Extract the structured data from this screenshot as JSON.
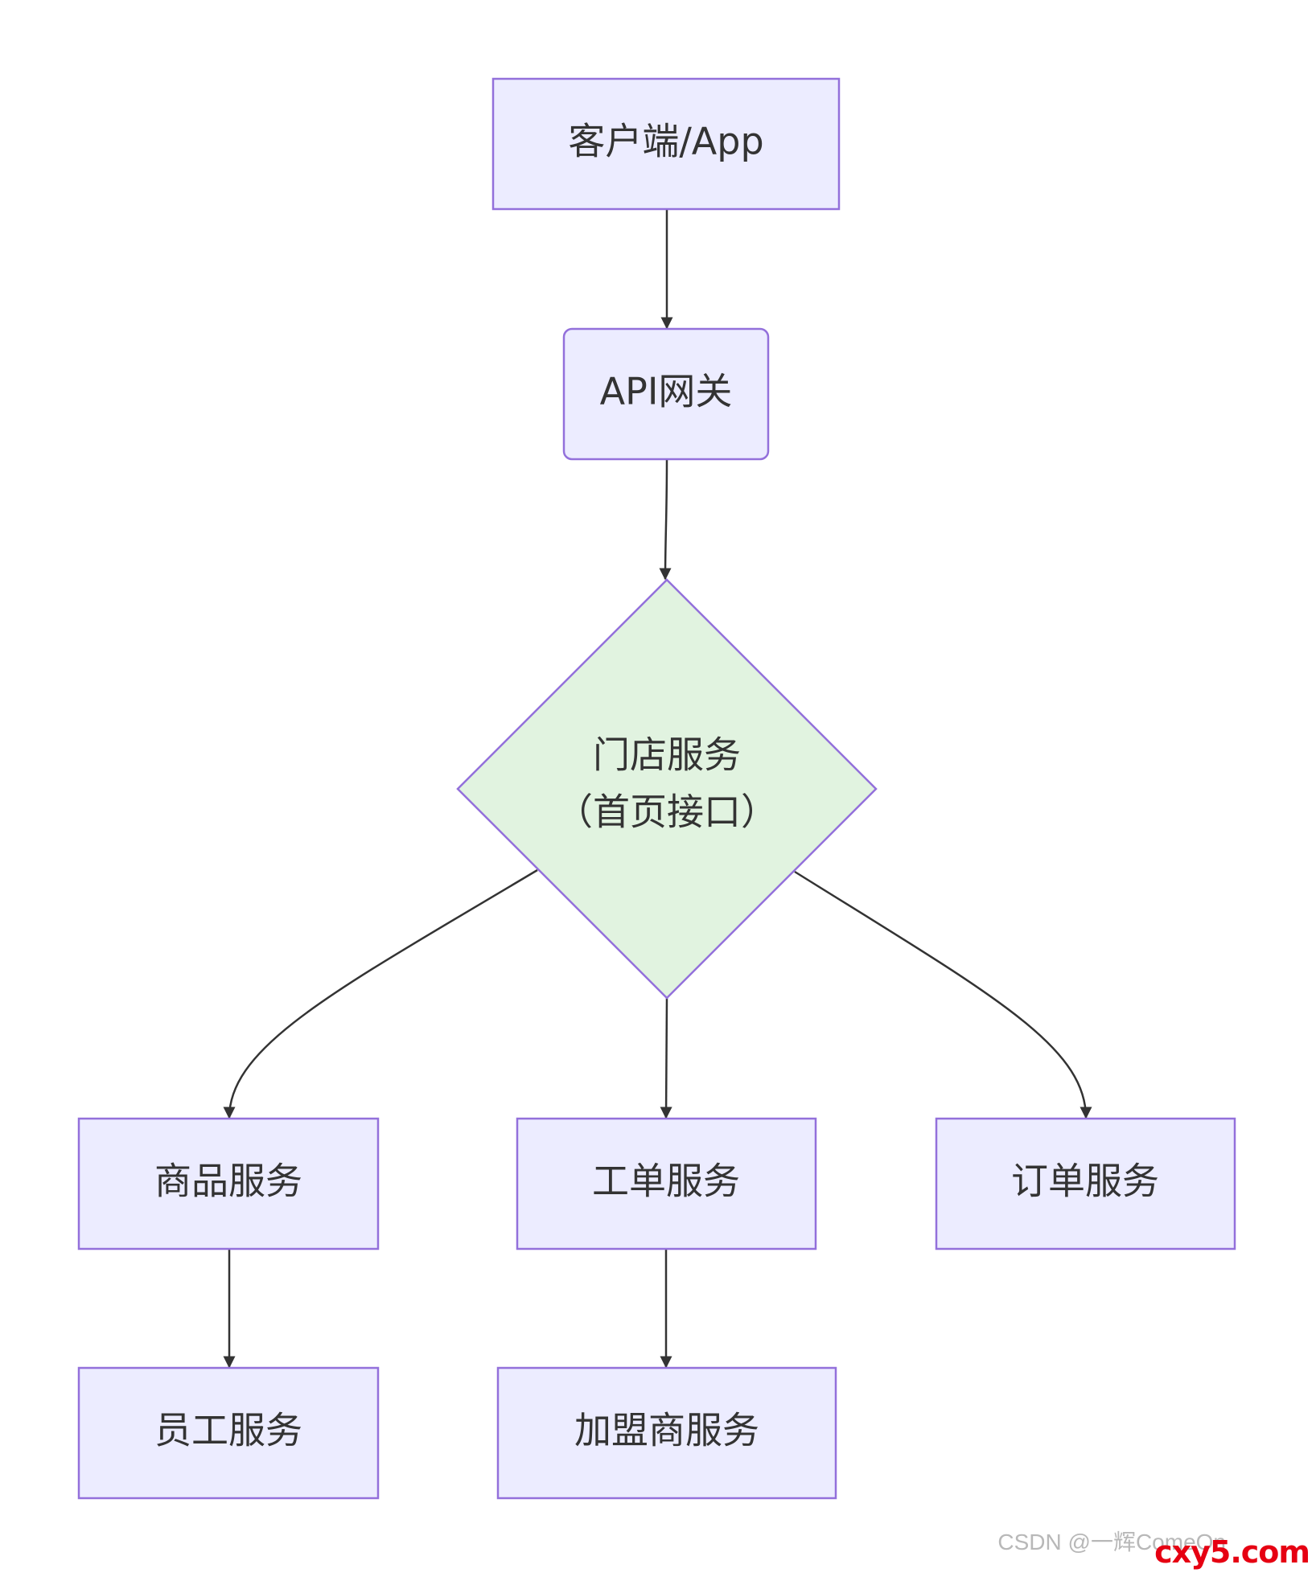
{
  "diagram": {
    "nodes": {
      "client": {
        "label": "客户端/App"
      },
      "gateway": {
        "label": "API网关"
      },
      "store": {
        "line1": "门店服务",
        "line2": "（首页接口）"
      },
      "product": {
        "label": "商品服务"
      },
      "workorder": {
        "label": "工单服务"
      },
      "order": {
        "label": "订单服务"
      },
      "employee": {
        "label": "员工服务"
      },
      "franchise": {
        "label": "加盟商服务"
      }
    },
    "edges": [
      {
        "from": "client",
        "to": "gateway"
      },
      {
        "from": "gateway",
        "to": "store"
      },
      {
        "from": "store",
        "to": "product"
      },
      {
        "from": "store",
        "to": "workorder"
      },
      {
        "from": "store",
        "to": "order"
      },
      {
        "from": "product",
        "to": "employee"
      },
      {
        "from": "workorder",
        "to": "franchise"
      }
    ],
    "colors": {
      "node_fill": "#ECECFF",
      "decision_fill": "#E1F3E0",
      "node_stroke": "#9370DB",
      "edge": "#333333",
      "text": "#333333"
    }
  },
  "watermark": {
    "text": "CSDN @一辉ComeOn",
    "logo": "cxy5.com"
  }
}
